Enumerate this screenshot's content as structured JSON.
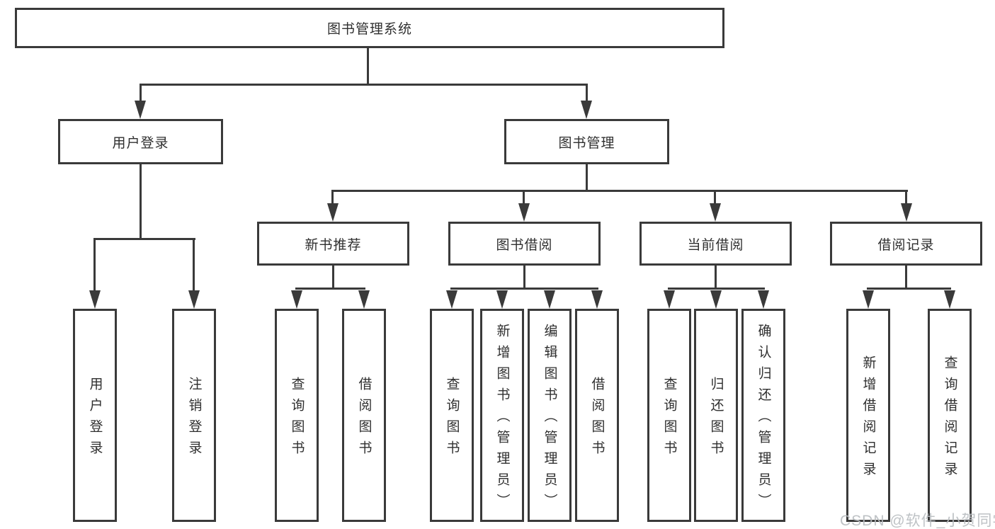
{
  "nodes": {
    "root": "图书管理系统",
    "user_login": "用户登录",
    "book_management": "图书管理",
    "new_book_recommend": "新书推荐",
    "book_borrow": "图书借阅",
    "current_borrow": "当前借阅",
    "borrow_records": "借阅记录"
  },
  "leaves": {
    "user": [
      "用户登录",
      "注销登录"
    ],
    "recommend": [
      "查询图书",
      "借阅图书"
    ],
    "borrow": [
      "查询图书",
      "新增图书（管理员）",
      "编辑图书（管理员）",
      "借阅图书"
    ],
    "current": [
      "查询图书",
      "归还图书",
      "确认归还（管理员）"
    ],
    "records": [
      "新增借阅记录",
      "查询借阅记录"
    ]
  },
  "watermark": "CSDN @软件_小贺同学",
  "colors": {
    "line": "#3a3a3a",
    "text": "#2f2f2f",
    "watermark": "#b9bdc1",
    "background": "#ffffff"
  }
}
